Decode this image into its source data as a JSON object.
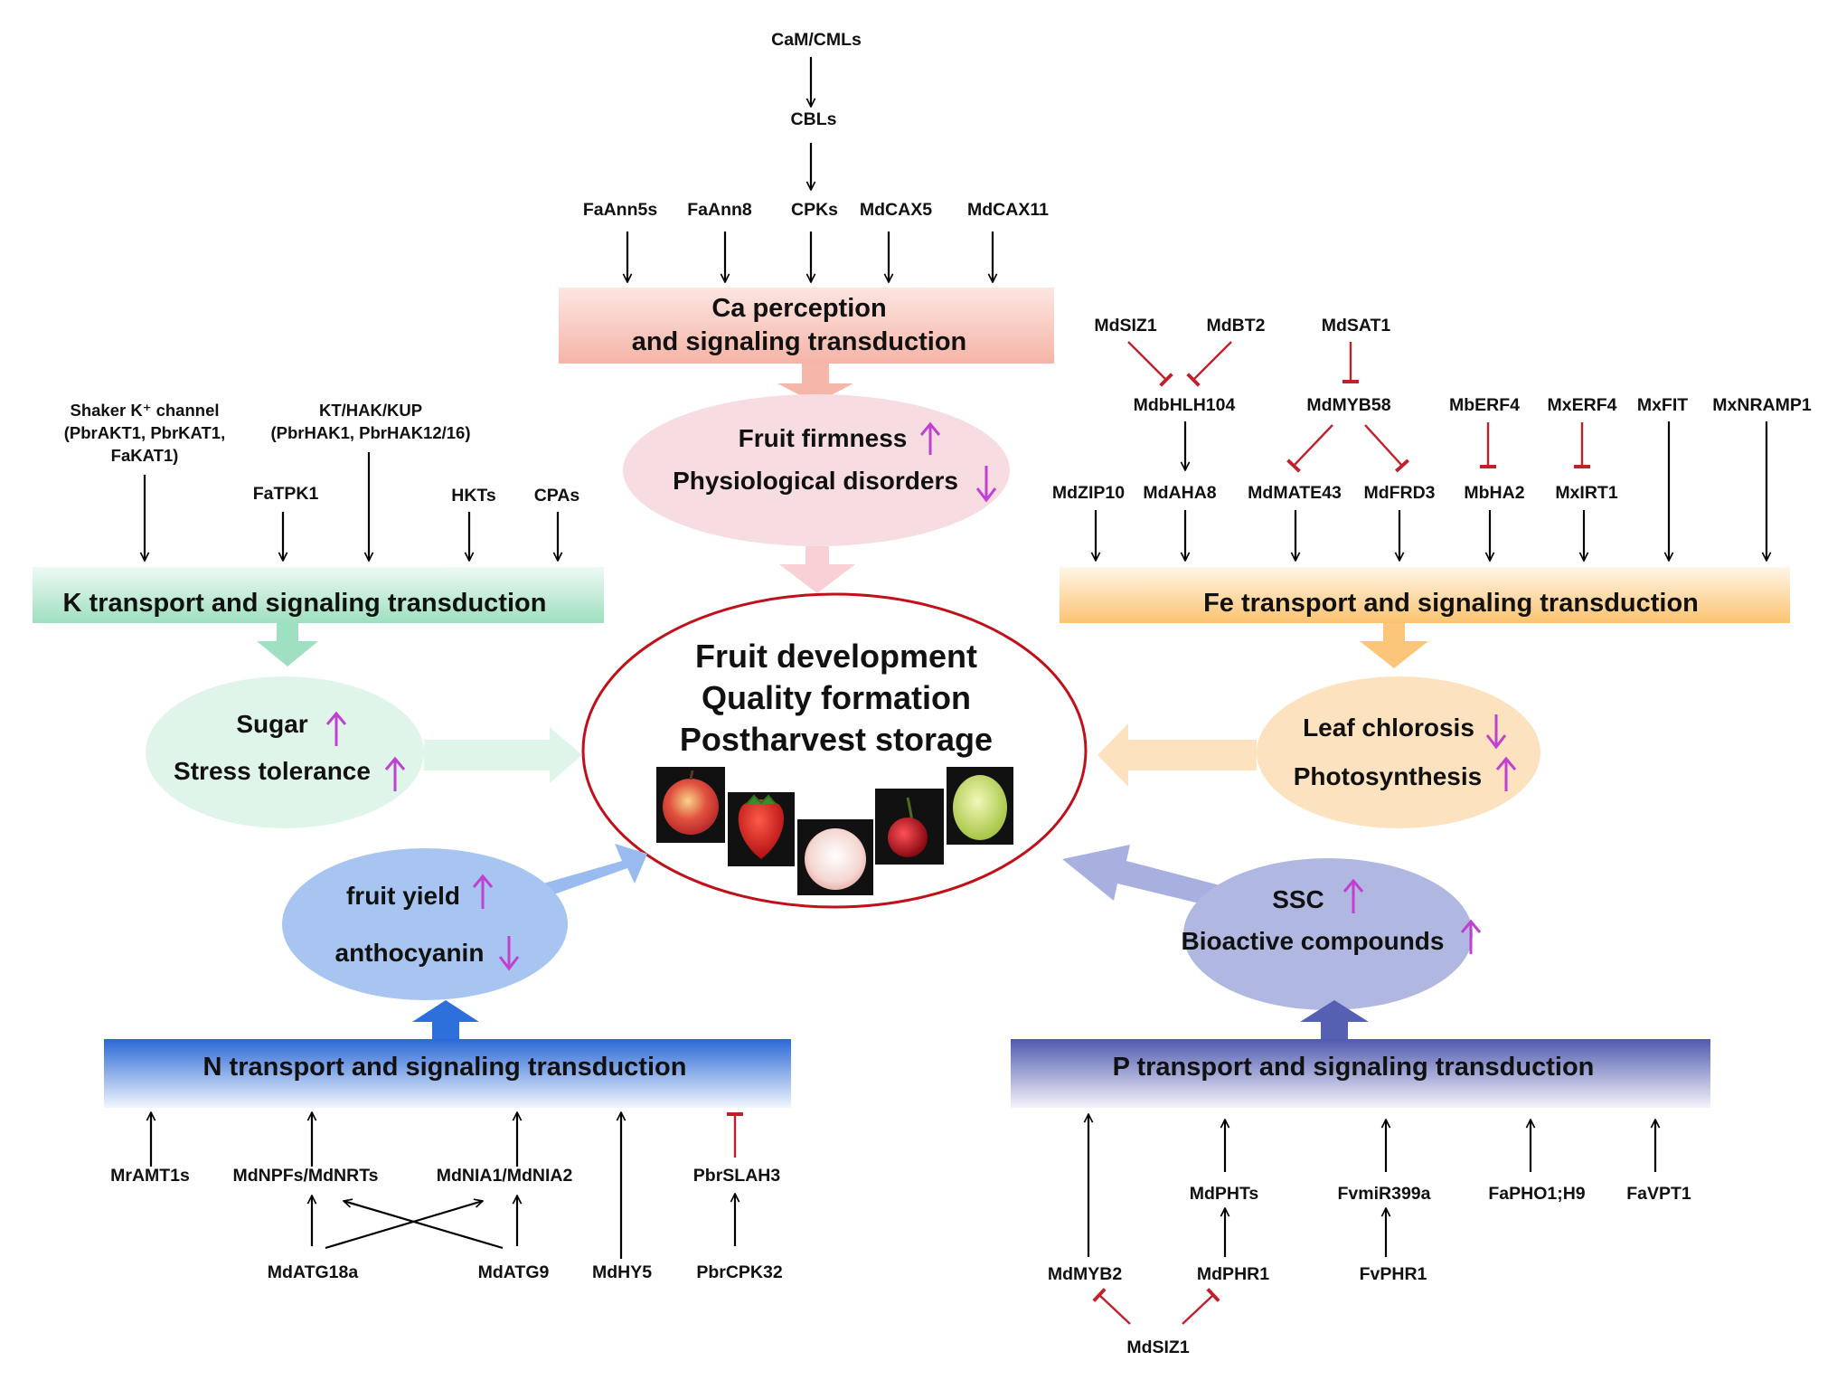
{
  "colors": {
    "arrow": "#000000",
    "inhibit": "#c0202a",
    "effect_arrow": "#c040d0",
    "ca_band": "#f6b7ab",
    "k_band": "#9fe0c2",
    "fe_band": "#fbc57a",
    "n_band": "#2d6fdb",
    "p_band": "#5560b3",
    "center_ring": "#c0101a"
  },
  "center": {
    "line1": "Fruit development",
    "line2": "Quality formation",
    "line3": "Postharvest storage",
    "photos": [
      "apple",
      "strawberry",
      "peach",
      "cherry",
      "pear"
    ]
  },
  "ca": {
    "band_line1": "Ca perception",
    "band_line2": "and signaling transduction",
    "genes": {
      "cam": "CaM/CMLs",
      "cbl": "CBLs",
      "faann5": "FaAnn5s",
      "faann8": "FaAnn8",
      "cpk": "CPKs",
      "cax5": "MdCAX5",
      "cax11": "MdCAX11"
    },
    "effects": [
      {
        "label": "Fruit firmness",
        "direction": "up"
      },
      {
        "label": "Physiological disorders",
        "direction": "down"
      }
    ]
  },
  "k": {
    "band": "K transport and signaling transduction",
    "genes": {
      "shaker1": "Shaker K⁺ channel",
      "shaker2": "(PbrAKT1, PbrKAT1,",
      "shaker3": "FaKAT1)",
      "kt1": "KT/HAK/KUP",
      "kt2": "(PbrHAK1,  PbrHAK12/16)",
      "tpk": "FaTPK1",
      "hkt": "HKTs",
      "cpa": "CPAs"
    },
    "effects": [
      {
        "label": "Sugar",
        "direction": "up"
      },
      {
        "label": "Stress tolerance",
        "direction": "up"
      }
    ]
  },
  "fe": {
    "band": "Fe transport and signaling transduction",
    "genes": {
      "siz1": "MdSIZ1",
      "bt2": "MdBT2",
      "sat1": "MdSAT1",
      "bhlh104": "MdbHLH104",
      "myb58": "MdMYB58",
      "erf4b": "MbERF4",
      "erf4x": "MxERF4",
      "fit": "MxFIT",
      "nramp1": "MxNRAMP1",
      "zip10": "MdZIP10",
      "aha8": "MdAHA8",
      "mate43": "MdMATE43",
      "frd3": "MdFRD3",
      "ha2": "MbHA2",
      "irt1": "MxIRT1"
    },
    "effects": [
      {
        "label": "Leaf chlorosis",
        "direction": "down"
      },
      {
        "label": "Photosynthesis",
        "direction": "up"
      }
    ]
  },
  "n": {
    "band": "N transport and signaling transduction",
    "genes": {
      "amt": "MrAMT1s",
      "npf": "MdNPFs/MdNRTs",
      "nia": "MdNIA1/MdNIA2",
      "slah3": "PbrSLAH3",
      "atg18": "MdATG18a",
      "atg9": "MdATG9",
      "hy5": "MdHY5",
      "cpk32": "PbrCPK32"
    },
    "effects": [
      {
        "label": "fruit yield",
        "direction": "up"
      },
      {
        "label": "anthocyanin",
        "direction": "down"
      }
    ]
  },
  "p": {
    "band": "P transport and signaling transduction",
    "genes": {
      "phts": "MdPHTs",
      "mir399": "FvmiR399a",
      "pho1": "FaPHO1;H9",
      "vpt1": "FaVPT1",
      "myb2": "MdMYB2",
      "phr1": "MdPHR1",
      "fvphr1": "FvPHR1",
      "siz1": "MdSIZ1"
    },
    "effects": [
      {
        "label": "SSC",
        "direction": "up"
      },
      {
        "label": "Bioactive compounds",
        "direction": "up"
      }
    ]
  }
}
